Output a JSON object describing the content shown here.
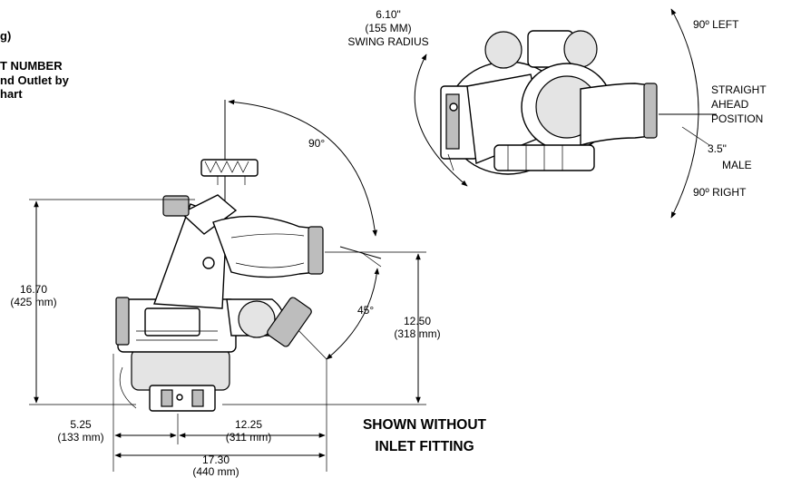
{
  "left_notes": {
    "line1": "g)",
    "line2": "T NUMBER",
    "line3": "nd Outlet by",
    "line4": "hart"
  },
  "top_view": {
    "swing_radius": [
      "6.10\"",
      "(155 MM)",
      "SWING RADIUS"
    ],
    "left_label": "90º LEFT",
    "straight_label": [
      "STRAIGHT",
      "AHEAD",
      "POSITION"
    ],
    "male_label": [
      "3.5\"",
      "MALE"
    ],
    "right_label": "90º RIGHT"
  },
  "side_view": {
    "angle_up": "90°",
    "angle_down": "45°",
    "height_total": [
      "16.70",
      "(425 mm)"
    ],
    "height_outlet": [
      "12.50",
      "(318 mm)"
    ],
    "width_left": [
      "5.25",
      "(133 mm)"
    ],
    "width_right": [
      "12.25",
      "(311 mm)"
    ],
    "width_total": [
      "17.30",
      "(440 mm)"
    ],
    "caption": [
      "SHOWN WITHOUT",
      "INLET FITTING"
    ]
  }
}
